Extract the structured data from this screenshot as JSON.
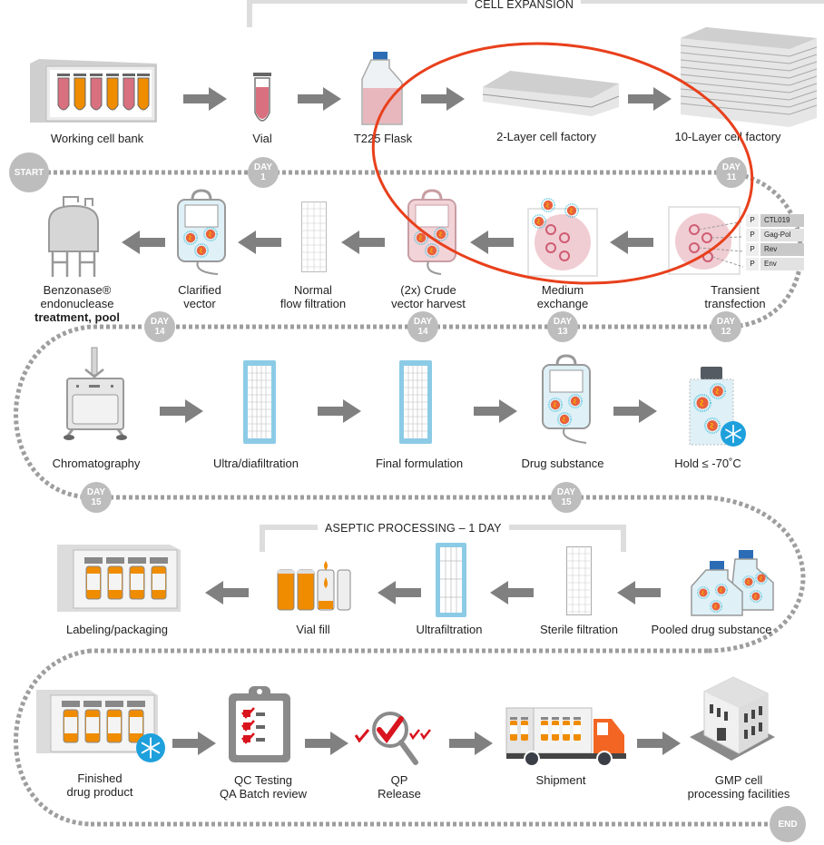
{
  "sections": {
    "cell_expansion": "CELL EXPANSION",
    "aseptic_processing": "ASEPTIC PROCESSING – 1 DAY"
  },
  "badges": {
    "start": "START",
    "end": "END",
    "day_word": "DAY",
    "day1": "1",
    "day11": "11",
    "day12": "12",
    "day13": "13",
    "day14a": "14",
    "day14b": "14",
    "day15a": "15",
    "day15b": "15"
  },
  "row1": [
    {
      "label": "Working cell bank"
    },
    {
      "label": "Vial"
    },
    {
      "label": "T225 Flask"
    },
    {
      "label": "2-Layer cell factory"
    },
    {
      "label": "10-Layer cell factory"
    }
  ],
  "row2": [
    {
      "label_lines": [
        "Transient",
        "transfection"
      ]
    },
    {
      "label_lines": [
        "Medium",
        "exchange"
      ]
    },
    {
      "label_lines": [
        "(2x) Crude",
        "vector harvest"
      ]
    },
    {
      "label_lines": [
        "Normal",
        "flow filtration"
      ]
    },
    {
      "label_lines": [
        "Clarified",
        "vector"
      ]
    },
    {
      "label_lines": [
        "Benzonase®",
        "endonuclease",
        "treatment, pool"
      ]
    }
  ],
  "plasmids": [
    {
      "prefix": "P",
      "name": "CTL019"
    },
    {
      "prefix": "P",
      "name": "Gag-Pol"
    },
    {
      "prefix": "P",
      "name": "Rev"
    },
    {
      "prefix": "P",
      "name": "Env"
    }
  ],
  "row3": [
    {
      "label": "Chromatography"
    },
    {
      "label": "Ultra/diafiltration"
    },
    {
      "label": "Final formulation"
    },
    {
      "label": "Drug substance"
    },
    {
      "label": "Hold ≤ -70˚C"
    }
  ],
  "row4": [
    {
      "label": "Pooled drug substance"
    },
    {
      "label": "Sterile filtration"
    },
    {
      "label": "Ultrafiltration"
    },
    {
      "label": "Vial fill"
    },
    {
      "label": "Labeling/packaging"
    }
  ],
  "row5": [
    {
      "label_lines": [
        "Finished",
        "drug product"
      ]
    },
    {
      "label_lines": [
        "QC Testing",
        "QA Batch review"
      ]
    },
    {
      "label_lines": [
        "QP",
        "Release"
      ]
    },
    {
      "label_lines": [
        "Shipment"
      ]
    },
    {
      "label_lines": [
        "GMP cell",
        "processing facilities"
      ]
    }
  ],
  "colors": {
    "arrow": "#808080",
    "badge": "#bdbdbd",
    "dots": "#9e9e9e",
    "highlight_ring": "#e8401c",
    "pink_fluid": "#d9707f",
    "orange_fluid": "#f08c00",
    "filter_blue": "#8ccbe6",
    "snow_blue": "#1ea0dc",
    "check_red": "#d9141e",
    "truck_orange": "#f26522"
  }
}
